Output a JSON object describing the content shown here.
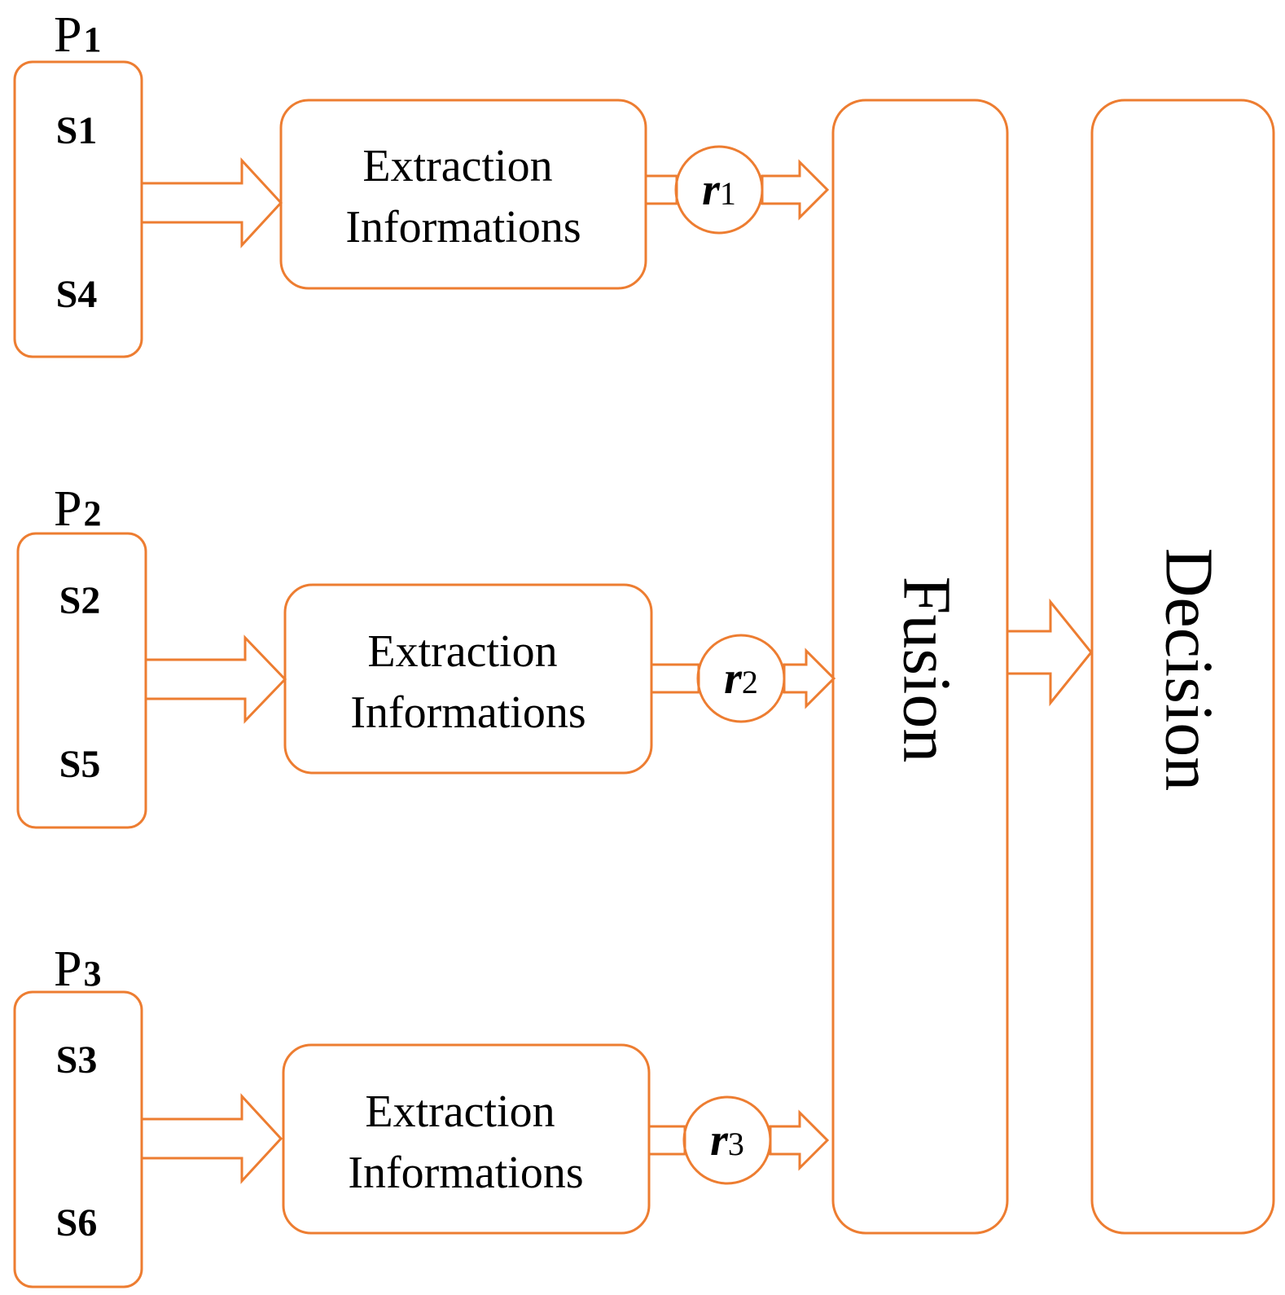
{
  "accent_color": "#ED7D31",
  "groups": [
    {
      "label": "P",
      "label_sub": "1",
      "sensors": [
        "S1",
        "S4"
      ],
      "extraction": [
        "Extraction",
        "Informations"
      ],
      "result": "r",
      "result_sub": "1"
    },
    {
      "label": "P",
      "label_sub": "2",
      "sensors": [
        "S2",
        "S5"
      ],
      "extraction": [
        "Extraction",
        "Informations"
      ],
      "result": "r",
      "result_sub": "2"
    },
    {
      "label": "P",
      "label_sub": "3",
      "sensors": [
        "S3",
        "S6"
      ],
      "extraction": [
        "Extraction",
        "Informations"
      ],
      "result": "r",
      "result_sub": "3"
    }
  ],
  "fusion": {
    "label": "Fusion"
  },
  "decision": {
    "label": "Decision"
  }
}
